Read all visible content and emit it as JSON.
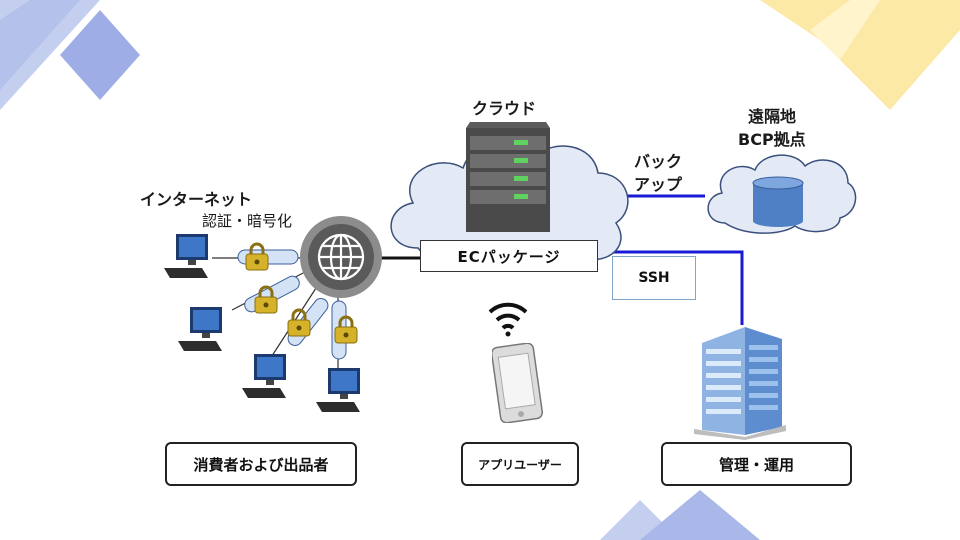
{
  "labels": {
    "cloud": "クラウド",
    "internet": "インターネット",
    "auth": "認証・暗号化",
    "backup_line1": "バック",
    "backup_line2": "アップ",
    "remote_line1": "遠隔地",
    "remote_line2": "BCP拠点",
    "ec_package": "ECパッケージ",
    "ssh": "SSH"
  },
  "boxes": {
    "consumers": "消費者および出品者",
    "app_users": "アプリユーザー",
    "management": "管理・運用"
  },
  "icons": [
    "server-icon",
    "cloud-icon",
    "globe-icon",
    "pc-icon",
    "padlock-icon",
    "smartphone-icon",
    "wifi-icon",
    "database-icon",
    "office-building-icon"
  ],
  "colors": {
    "corner_blue": "#a9b8e8",
    "corner_blue_dark": "#8d9fe0",
    "corner_yellow": "#fde9a6",
    "link_blue": "#1a1ad6",
    "cloud_fill": "#e3eaf6",
    "cloud_stroke": "#3a4f7a",
    "server_green": "#5fd35f",
    "padlock_gold": "#d6b22a",
    "db_blue": "#4f7fc4"
  }
}
